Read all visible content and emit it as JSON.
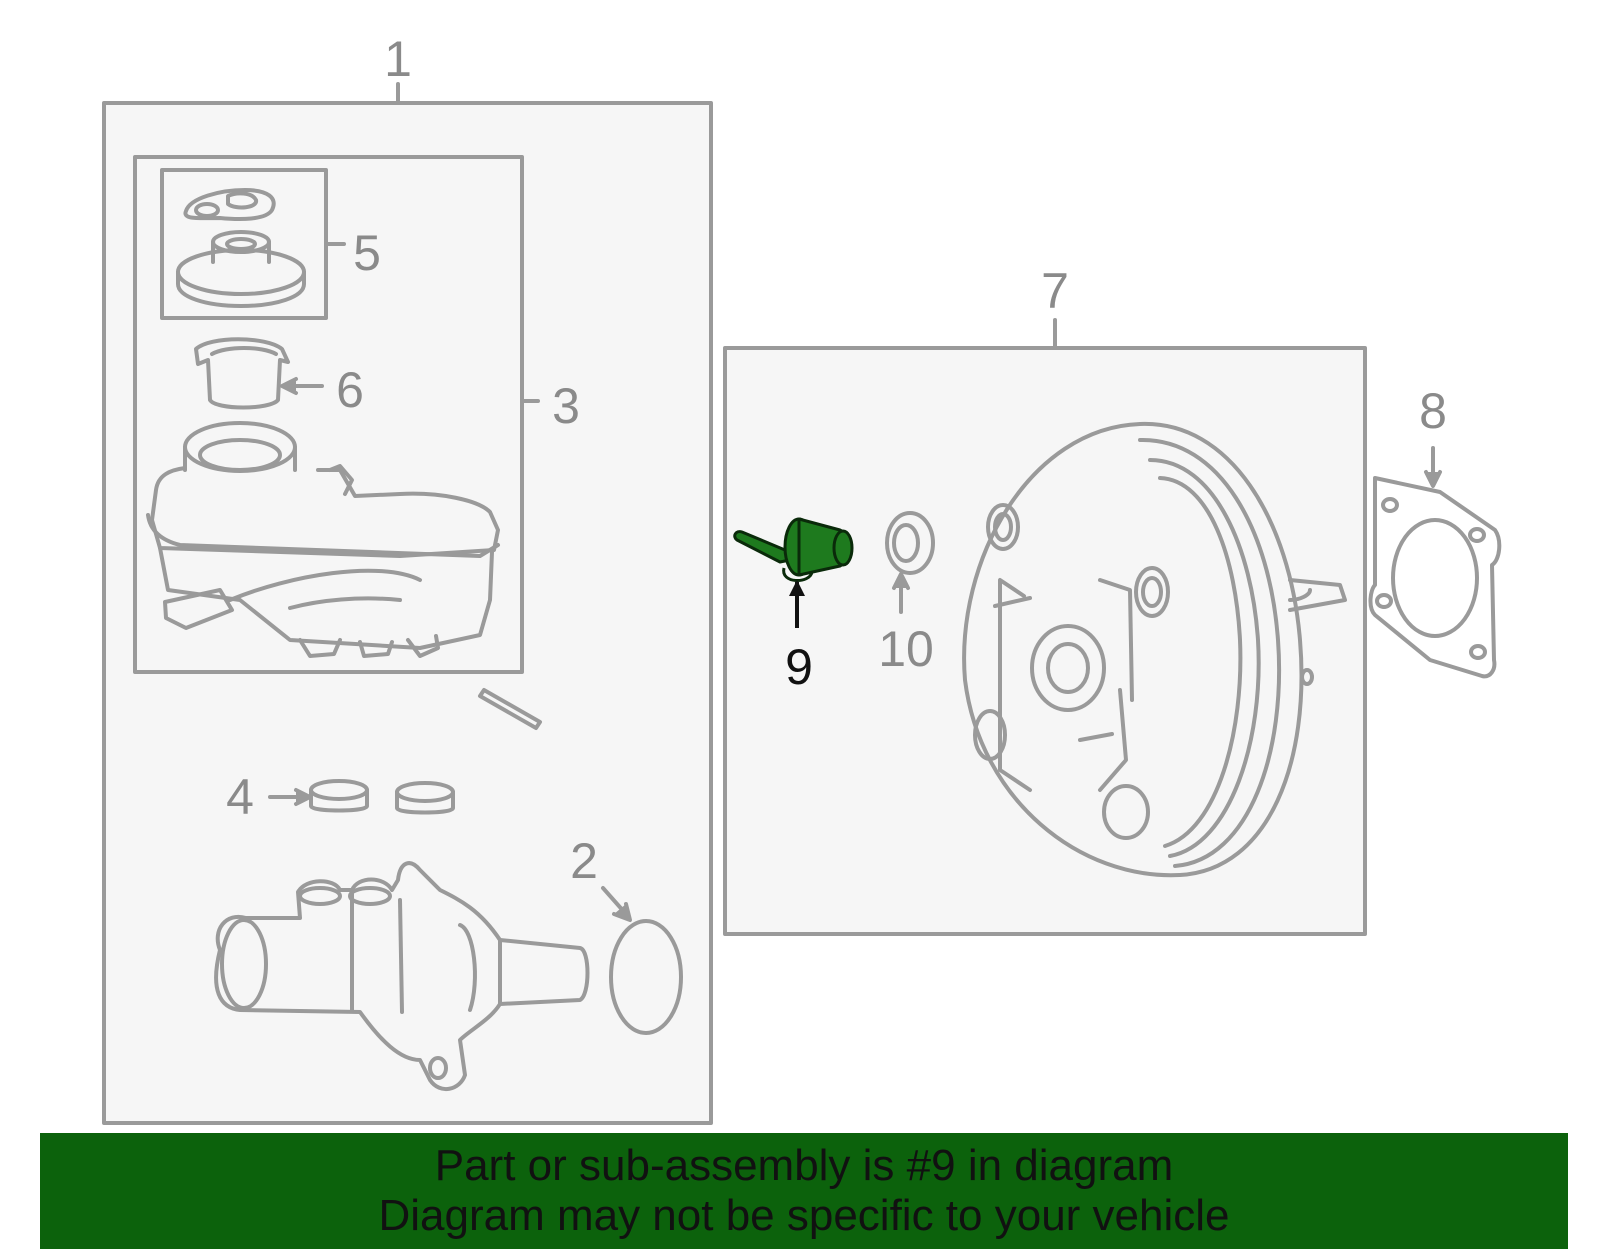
{
  "diagram": {
    "callouts": {
      "c1": "1",
      "c2": "2",
      "c3": "3",
      "c4": "4",
      "c5": "5",
      "c6": "6",
      "c7": "7",
      "c8": "8",
      "c9": "9",
      "c10": "10"
    },
    "highlighted_part": "9",
    "colors": {
      "outline": "#9a9a9a",
      "panel_fill": "#f6f6f6",
      "highlight": "#1e7a1e",
      "banner": "#0c620c"
    }
  },
  "banner": {
    "line1": "Part or sub-assembly is #9 in diagram",
    "line2": "Diagram may not be specific to your vehicle"
  }
}
